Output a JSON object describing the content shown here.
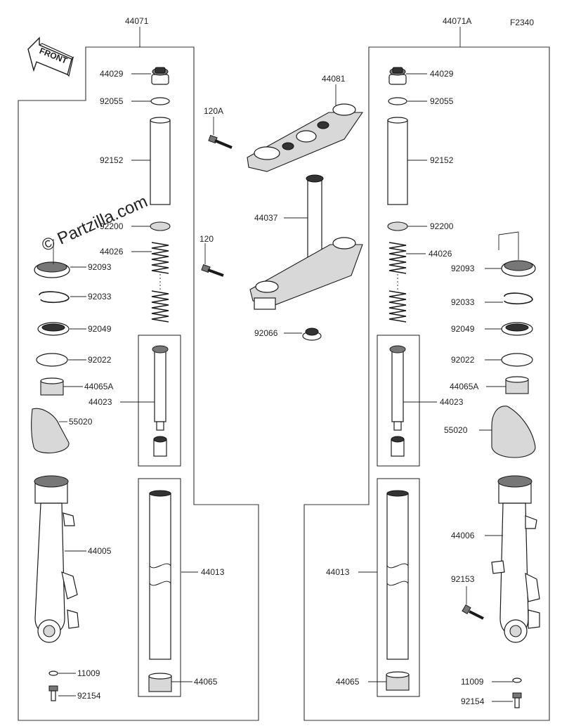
{
  "figure_code": "F2340",
  "front_label": "FRONT",
  "watermark": "© Partzilla.com",
  "labels": {
    "p44071": "44071",
    "p44071A": "44071A",
    "p44029": "44029",
    "p92055": "92055",
    "p92152": "92152",
    "p92200": "92200",
    "p44026": "44026",
    "p92093": "92093",
    "p92033": "92033",
    "p92049": "92049",
    "p92022": "92022",
    "p44065A": "44065A",
    "p44023": "44023",
    "p55020": "55020",
    "p44005": "44005",
    "p44006": "44006",
    "p44013": "44013",
    "p44065": "44065",
    "p11009": "11009",
    "p92154": "92154",
    "p92153": "92153",
    "p44081": "44081",
    "p120A": "120A",
    "p120": "120",
    "p44037": "44037",
    "p92066": "92066"
  }
}
